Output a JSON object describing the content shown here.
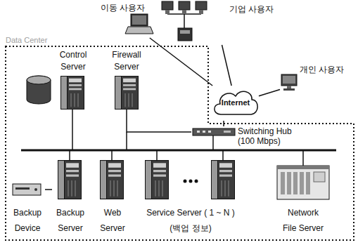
{
  "diagram": {
    "nodes": [
      {
        "text": [
          "Data Center"
        ]
      },
      {
        "text": [
          "이동 사용자"
        ]
      },
      {
        "text": [
          "기업 사용자"
        ]
      },
      {
        "text": [
          "개인 사용자"
        ]
      },
      {
        "text": [
          "Control Server"
        ],
        "in": 0
      },
      {
        "text": [
          "Firewall Server"
        ],
        "in": 0
      },
      {
        "text": [
          "Internet"
        ]
      },
      {
        "text": [
          "Switching Hub",
          "(100 Mbps)"
        ],
        "in": 0
      },
      {
        "text": [
          "Backup Device"
        ],
        "in": 0
      },
      {
        "text": [
          "Backup Server"
        ],
        "in": 0
      },
      {
        "text": [
          "Web Server"
        ],
        "in": 0
      },
      {
        "text": [
          "Service Server ( 1 ~ N )",
          "(백업 정보)"
        ],
        "in": 0
      },
      {
        "text": [
          "Network File Server"
        ],
        "in": 0
      }
    ],
    "edges": [
      {
        "from": 1,
        "to": 6,
        "arrow": "none"
      },
      {
        "from": 2,
        "to": 6,
        "arrow": "none"
      },
      {
        "from": 3,
        "to": 6,
        "arrow": "none"
      },
      {
        "from": 5,
        "to": 7,
        "arrow": "none"
      },
      {
        "from": 6,
        "to": 7,
        "arrow": "none"
      },
      {
        "from": 8,
        "to": 9,
        "arrow": "none"
      }
    ]
  }
}
